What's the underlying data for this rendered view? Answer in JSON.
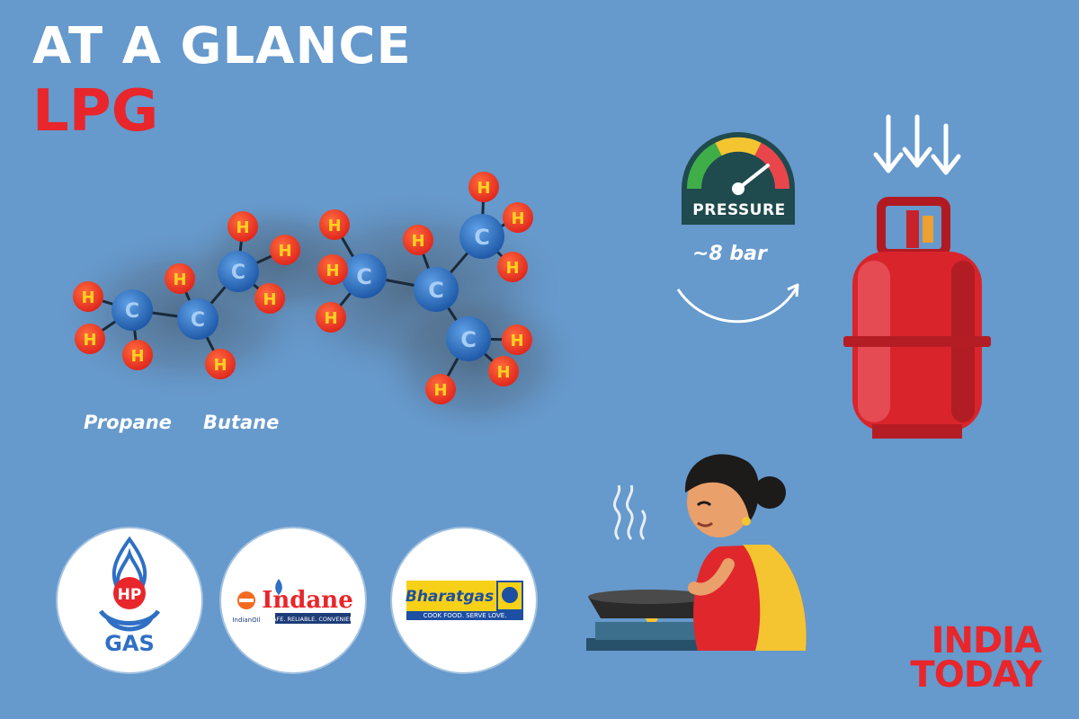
{
  "header": {
    "line1": "AT A GLANCE",
    "line2": "LPG"
  },
  "molecules": {
    "propane_label": "Propane",
    "butane_label": "Butane",
    "carbon_symbol": "C",
    "hydrogen_symbol": "H"
  },
  "pressure": {
    "gauge_label": "PRESSURE",
    "value": "~8 bar"
  },
  "logos": {
    "hp": {
      "top": "HP",
      "bottom": "GAS"
    },
    "indane": {
      "name": "Indane",
      "parent": "IndianOil",
      "tagline": "SAFE. RELIABLE. CONVENIENT"
    },
    "bharat": {
      "name": "Bharatgas",
      "tagline": "COOK FOOD. SERVE LOVE."
    }
  },
  "brand": {
    "line1": "INDIA",
    "line2": "TODAY"
  },
  "colors": {
    "background": "#6699cc",
    "accent_red": "#e8262b",
    "carbon_blue": "#2f6fc4",
    "hydrogen_red": "#ef3b24",
    "hydrogen_text": "#ffd21f",
    "cylinder_red": "#d9242c"
  }
}
